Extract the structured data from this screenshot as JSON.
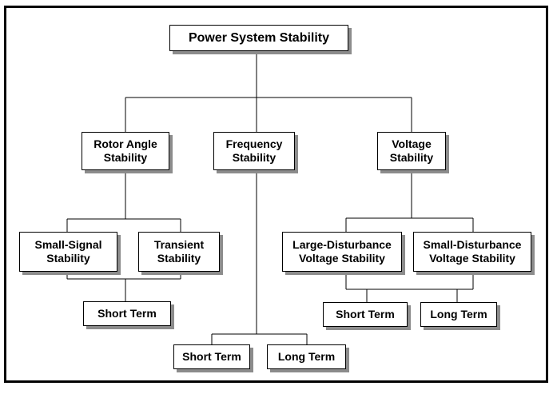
{
  "diagram": {
    "root": "Power System Stability",
    "rotor_angle": "Rotor Angle\nStability",
    "frequency": "Frequency\nStability",
    "voltage": "Voltage\nStability",
    "small_signal": "Small-Signal\nStability",
    "transient": "Transient\nStability",
    "rotor_short_term": "Short Term",
    "freq_short_term": "Short Term",
    "freq_long_term": "Long Term",
    "large_disturbance": "Large-Disturbance\nVoltage Stability",
    "small_disturbance": "Small-Disturbance\nVoltage Stability",
    "volt_short_term": "Short Term",
    "volt_long_term": "Long Term"
  }
}
